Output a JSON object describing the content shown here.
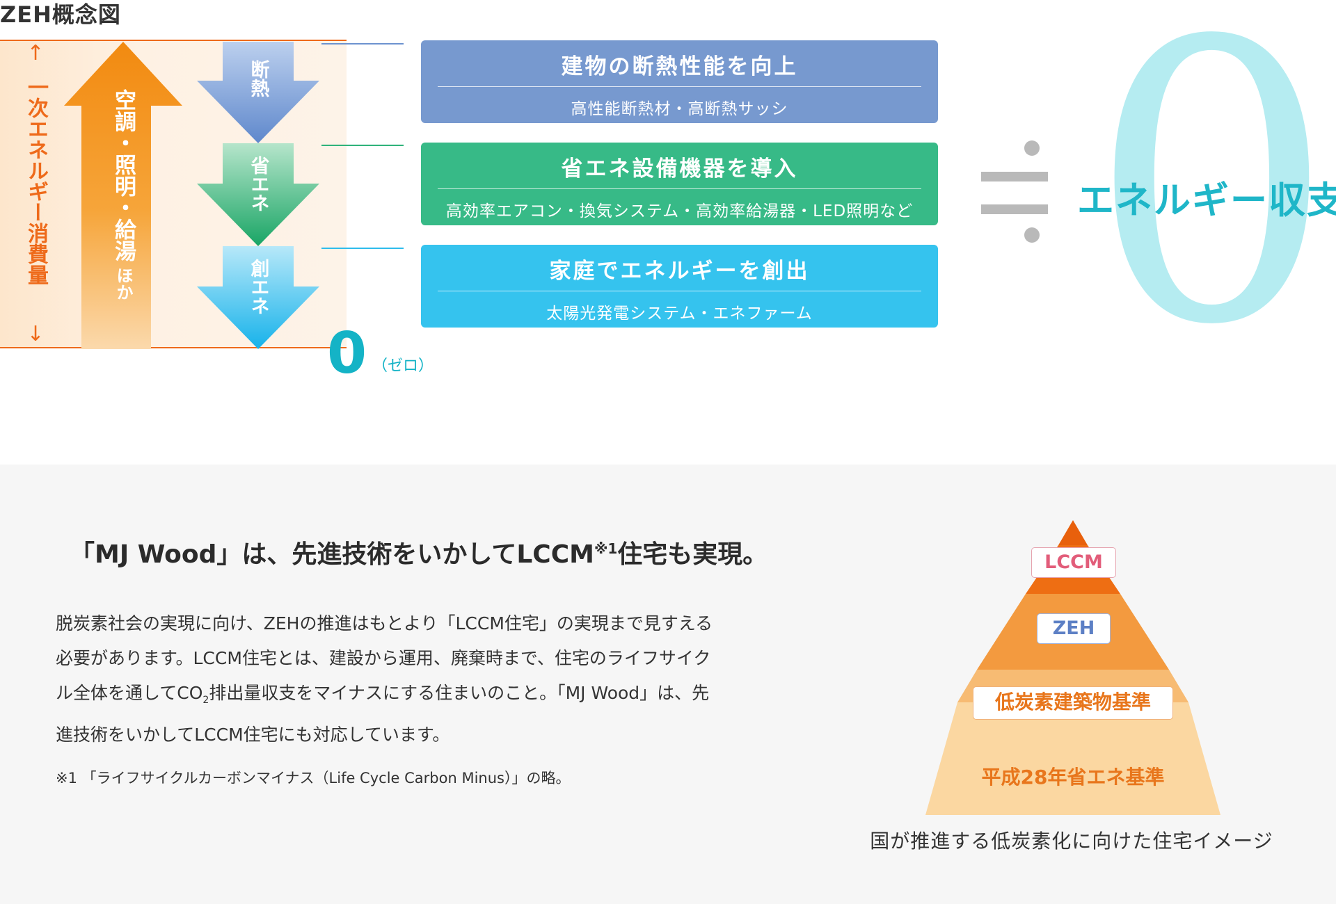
{
  "diagram": {
    "title": "ZEH概念図",
    "axis_label": "一次エネルギー消費量",
    "axis_arrow_up": "↑",
    "axis_arrow_down": "↓",
    "consumption_label": "空調・照明・給湯",
    "consumption_label_suffix": "ほか",
    "reductions": [
      {
        "label": "断熱",
        "color": "#6d93cf"
      },
      {
        "label": "省エネ",
        "color": "#2fb27a"
      },
      {
        "label": "創エネ",
        "color": "#2ebcec"
      }
    ],
    "cards": [
      {
        "title": "建物の断熱性能を向上",
        "subtitle": "高性能断熱材・高断熱サッシ",
        "color": "#7799cf"
      },
      {
        "title": "省エネ設備機器を導入",
        "subtitle": "高効率エアコン・換気システム・高効率給湯器・LED照明など",
        "color": "#37ba87"
      },
      {
        "title": "家庭でエネルギーを創出",
        "subtitle": "太陽光発電システム・エネファーム",
        "color": "#35c3ee"
      }
    ],
    "zero": "0",
    "zero_reading": "（ゼロ）",
    "balance_zero": "0",
    "balance_text": "エネルギー収支",
    "accent_color": "#ee6a1a"
  },
  "lccm": {
    "headline_pre": "「MJ Wood」は、先進技術をいかしてLCCM",
    "headline_sup": "※1",
    "headline_post": "住宅も実現。",
    "body_lines": [
      {
        "text": "脱炭素社会の実現に向け、ZEHの推進はもとより「LCCM住宅」の実現まで見すえる"
      },
      {
        "text": "必要があります。LCCM住宅とは、建設から運用、廃棄時まで、住宅のライフサイク"
      },
      {
        "pre": "ル全体を通してCO",
        "sub": "2",
        "post": "排出量収支をマイナスにする住まいのこと。「MJ Wood」は、先"
      },
      {
        "text": "進技術をいかしてLCCM住宅にも対応しています。"
      }
    ],
    "note": "※1 「ライフサイクルカーボンマイナス（Life Cycle Carbon Minus）」の略。"
  },
  "pyramid": {
    "levels": [
      {
        "label": "LCCM",
        "color": "#e25d7a"
      },
      {
        "label": "ZEH",
        "color": "#5d80c5"
      },
      {
        "label": "低炭素建築物基準",
        "color": "#e8761c"
      },
      {
        "label": "平成28年省エネ基準",
        "color": "#e8761c"
      }
    ],
    "caption": "国が推進する低炭素化に向けた住宅イメージ"
  }
}
